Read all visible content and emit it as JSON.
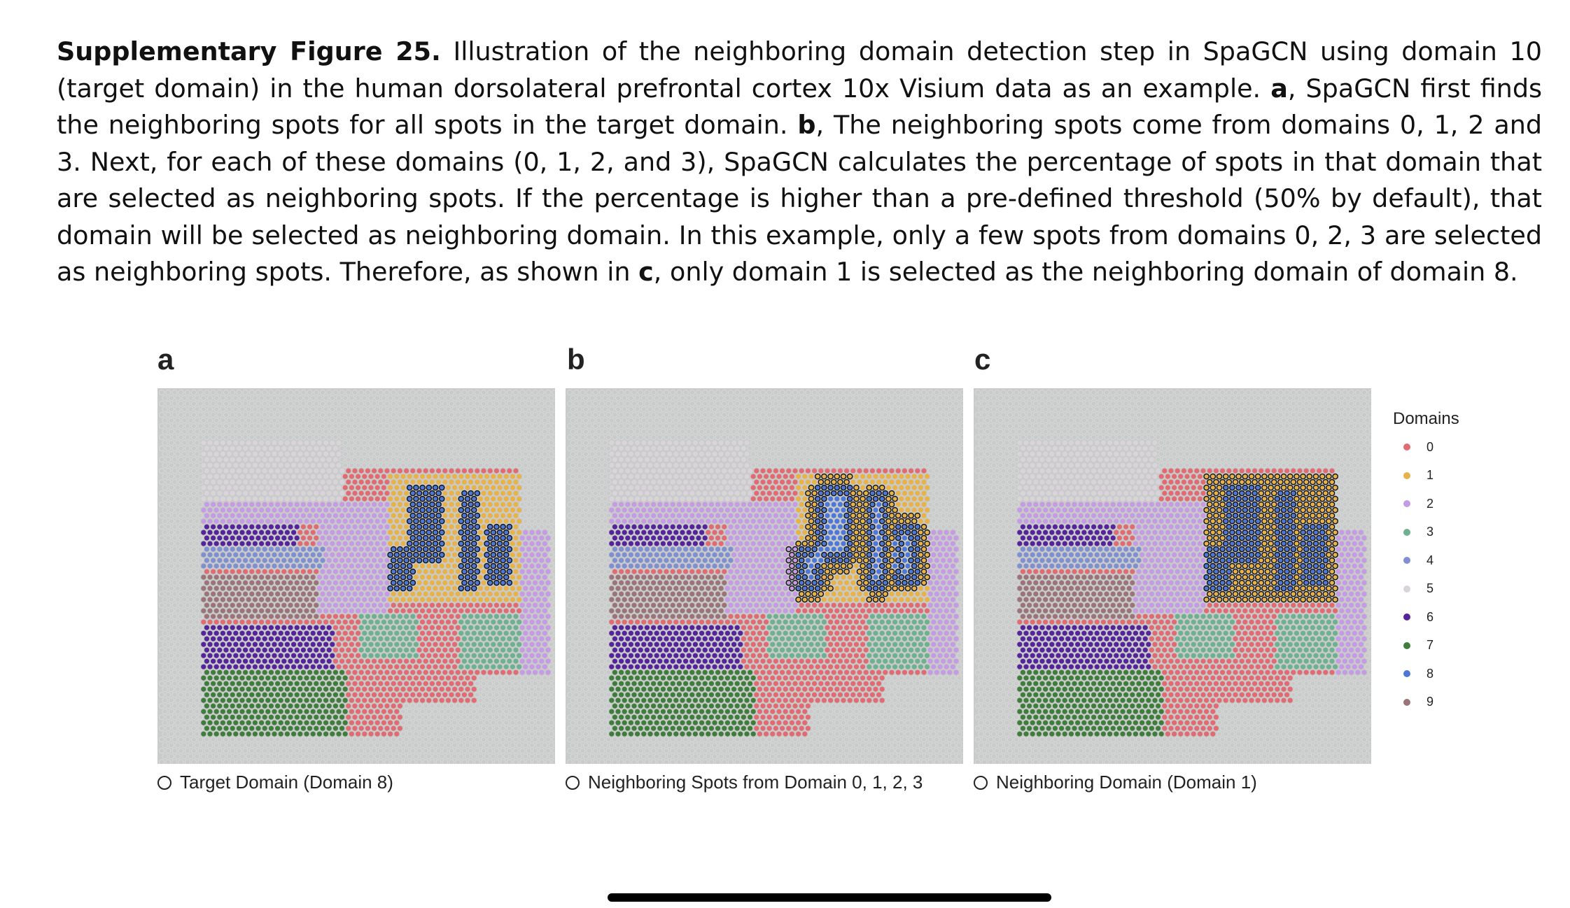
{
  "caption": {
    "title": "Supplementary Figure 25.",
    "seg1": " Illustration of the neighboring domain detection step in SpaGCN using domain 10 (target domain) in the human dorsolateral prefrontal cortex 10x Visium data as an example.  ",
    "a": "a",
    "seg2": ", SpaGCN first finds the neighboring spots for all spots in the target domain. ",
    "b": "b",
    "seg3": ", The neighboring spots come from domains 0, 1, 2 and 3. Next, for each of these domains (0, 1, 2, and 3), SpaGCN calculates the percentage of spots in that domain that are selected as neighboring spots. If the percentage is higher than a pre-defined threshold (50% by default), that domain will be selected as neighboring domain. In this example, only a few spots from domains 0, 2, 3 are selected as neighboring spots. Therefore, as shown in ",
    "c": "c",
    "seg4": ", only domain 1 is selected as the neighboring domain of domain 8."
  },
  "panels": [
    {
      "letter": "a",
      "label": "Target Domain (Domain 8)"
    },
    {
      "letter": "b",
      "label": "Neighboring Spots from Domain 0, 1, 2, 3"
    },
    {
      "letter": "c",
      "label": "Neighboring Domain (Domain 1)"
    }
  ],
  "legend": {
    "title": "Domains",
    "items": [
      {
        "label": "0",
        "color": "#e06b73"
      },
      {
        "label": "1",
        "color": "#e8b24a"
      },
      {
        "label": "2",
        "color": "#c59be3"
      },
      {
        "label": "3",
        "color": "#6fb090"
      },
      {
        "label": "4",
        "color": "#7f8fcf"
      },
      {
        "label": "5",
        "color": "#d9d4d9"
      },
      {
        "label": "6",
        "color": "#55249a"
      },
      {
        "label": "7",
        "color": "#3f7d3c"
      },
      {
        "label": "8",
        "color": "#4f78d6"
      },
      {
        "label": "9",
        "color": "#9a7479"
      }
    ]
  }
}
